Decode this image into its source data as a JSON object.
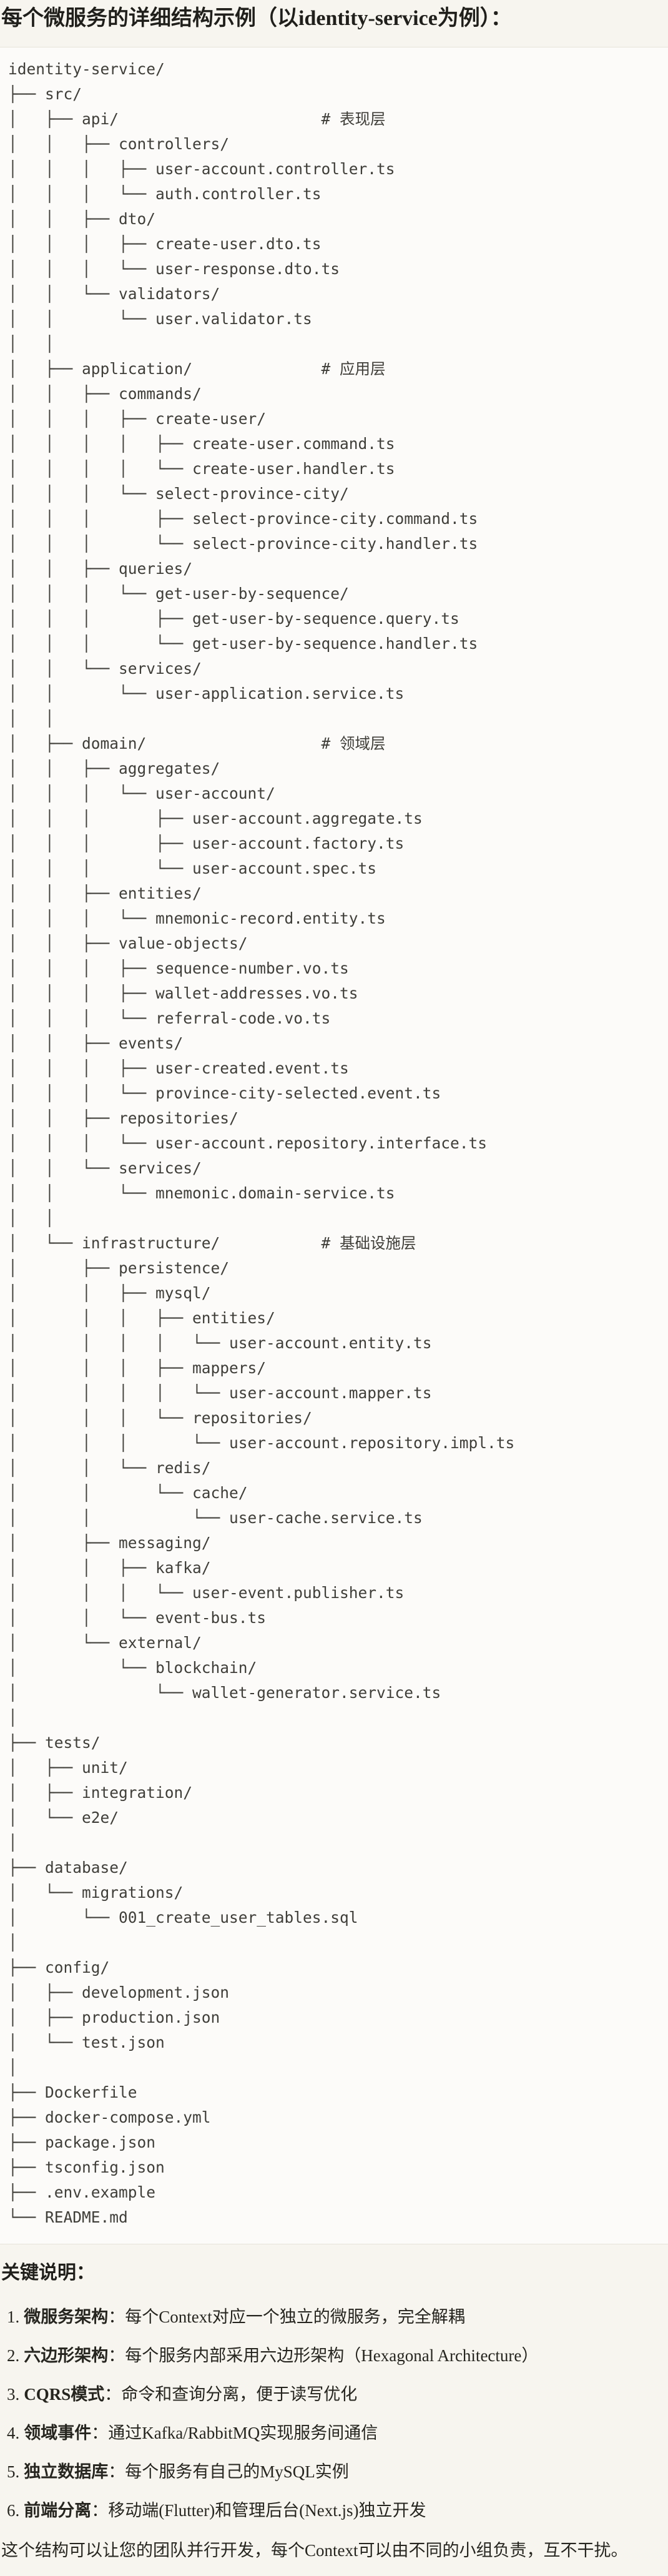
{
  "title": "每个微服务的详细结构示例（以identity-service为例）：",
  "tree": {
    "lines": [
      "identity-service/",
      "├── src/",
      "│   ├── api/                      # 表现层",
      "│   │   ├── controllers/",
      "│   │   │   ├── user-account.controller.ts",
      "│   │   │   └── auth.controller.ts",
      "│   │   ├── dto/",
      "│   │   │   ├── create-user.dto.ts",
      "│   │   │   └── user-response.dto.ts",
      "│   │   └── validators/",
      "│   │       └── user.validator.ts",
      "│   │",
      "│   ├── application/              # 应用层",
      "│   │   ├── commands/",
      "│   │   │   ├── create-user/",
      "│   │   │   │   ├── create-user.command.ts",
      "│   │   │   │   └── create-user.handler.ts",
      "│   │   │   └── select-province-city/",
      "│   │   │       ├── select-province-city.command.ts",
      "│   │   │       └── select-province-city.handler.ts",
      "│   │   ├── queries/",
      "│   │   │   └── get-user-by-sequence/",
      "│   │   │       ├── get-user-by-sequence.query.ts",
      "│   │   │       └── get-user-by-sequence.handler.ts",
      "│   │   └── services/",
      "│   │       └── user-application.service.ts",
      "│   │",
      "│   ├── domain/                   # 领域层",
      "│   │   ├── aggregates/",
      "│   │   │   └── user-account/",
      "│   │   │       ├── user-account.aggregate.ts",
      "│   │   │       ├── user-account.factory.ts",
      "│   │   │       └── user-account.spec.ts",
      "│   │   ├── entities/",
      "│   │   │   └── mnemonic-record.entity.ts",
      "│   │   ├── value-objects/",
      "│   │   │   ├── sequence-number.vo.ts",
      "│   │   │   ├── wallet-addresses.vo.ts",
      "│   │   │   └── referral-code.vo.ts",
      "│   │   ├── events/",
      "│   │   │   ├── user-created.event.ts",
      "│   │   │   └── province-city-selected.event.ts",
      "│   │   ├── repositories/",
      "│   │   │   └── user-account.repository.interface.ts",
      "│   │   └── services/",
      "│   │       └── mnemonic.domain-service.ts",
      "│   │",
      "│   └── infrastructure/           # 基础设施层",
      "│       ├── persistence/",
      "│       │   ├── mysql/",
      "│       │   │   ├── entities/",
      "│       │   │   │   └── user-account.entity.ts",
      "│       │   │   ├── mappers/",
      "│       │   │   │   └── user-account.mapper.ts",
      "│       │   │   └── repositories/",
      "│       │   │       └── user-account.repository.impl.ts",
      "│       │   └── redis/",
      "│       │       └── cache/",
      "│       │           └── user-cache.service.ts",
      "│       ├── messaging/",
      "│       │   ├── kafka/",
      "│       │   │   └── user-event.publisher.ts",
      "│       │   └── event-bus.ts",
      "│       └── external/",
      "│           └── blockchain/",
      "│               └── wallet-generator.service.ts",
      "│",
      "├── tests/",
      "│   ├── unit/",
      "│   ├── integration/",
      "│   └── e2e/",
      "│",
      "├── database/",
      "│   └── migrations/",
      "│       └── 001_create_user_tables.sql",
      "│",
      "├── config/",
      "│   ├── development.json",
      "│   ├── production.json",
      "│   └── test.json",
      "│",
      "├── Dockerfile",
      "├── docker-compose.yml",
      "├── package.json",
      "├── tsconfig.json",
      "├── .env.example",
      "└── README.md"
    ]
  },
  "notes": {
    "heading": "关键说明：",
    "items": [
      {
        "num": "1.",
        "term": "微服务架构",
        "sep": "：",
        "desc": "每个Context对应一个独立的微服务，完全解耦"
      },
      {
        "num": "2.",
        "term": "六边形架构",
        "sep": "：",
        "desc": "每个服务内部采用六边形架构（Hexagonal Architecture）"
      },
      {
        "num": "3.",
        "term": "CQRS模式",
        "sep": "：",
        "desc": "命令和查询分离，便于读写优化"
      },
      {
        "num": "4.",
        "term": "领域事件",
        "sep": "：",
        "desc": "通过Kafka/RabbitMQ实现服务间通信"
      },
      {
        "num": "5.",
        "term": "独立数据库",
        "sep": "：",
        "desc": "每个服务有自己的MySQL实例"
      },
      {
        "num": "6.",
        "term": "前端分离",
        "sep": "：",
        "desc": "移动端(Flutter)和管理后台(Next.js)独立开发"
      }
    ],
    "footer": "这个结构可以让您的团队并行开发，每个Context可以由不同的小组负责，互不干扰。"
  },
  "colors": {
    "page_bg": "#f7f5ef",
    "code_bg": "#fcfbf9",
    "border": "#e6e3da",
    "title_text": "#201f1b",
    "tree_text": "#3f3e39",
    "body_text": "#26251f"
  }
}
